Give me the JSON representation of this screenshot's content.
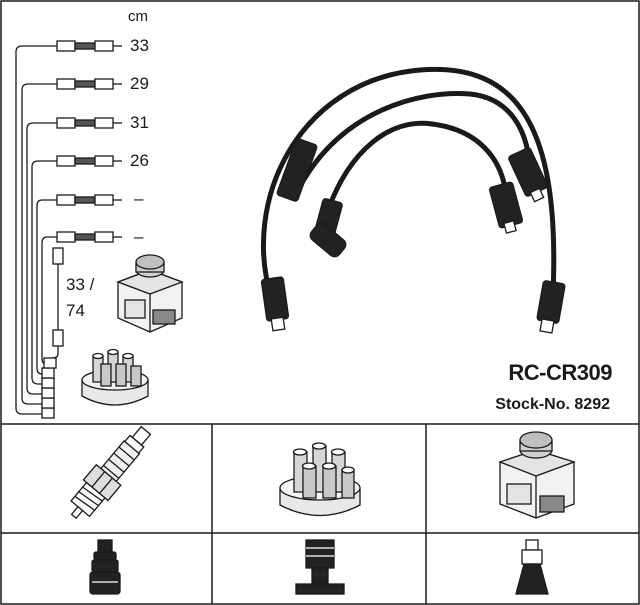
{
  "header": {
    "unit": "cm"
  },
  "cables": [
    {
      "length": "33"
    },
    {
      "length": "29"
    },
    {
      "length": "31"
    },
    {
      "length": "26"
    },
    {
      "length": "–"
    },
    {
      "length": "–"
    }
  ],
  "coil_lead": {
    "range_top": "33 /",
    "range_bottom": "74"
  },
  "product": {
    "model": "RC-CR309",
    "stock_label": "Stock-No. 8292"
  },
  "parts_grid": {
    "row1": [
      "spark-plug-icon",
      "distributor-cap-icon",
      "ignition-coil-icon"
    ],
    "row2": [
      "plug-boot-icon",
      "distributor-connector-icon",
      "coil-boot-icon"
    ]
  },
  "colors": {
    "line": "#1a1a1a",
    "background": "#ffffff",
    "fill_gray": "#d9d9d9"
  }
}
